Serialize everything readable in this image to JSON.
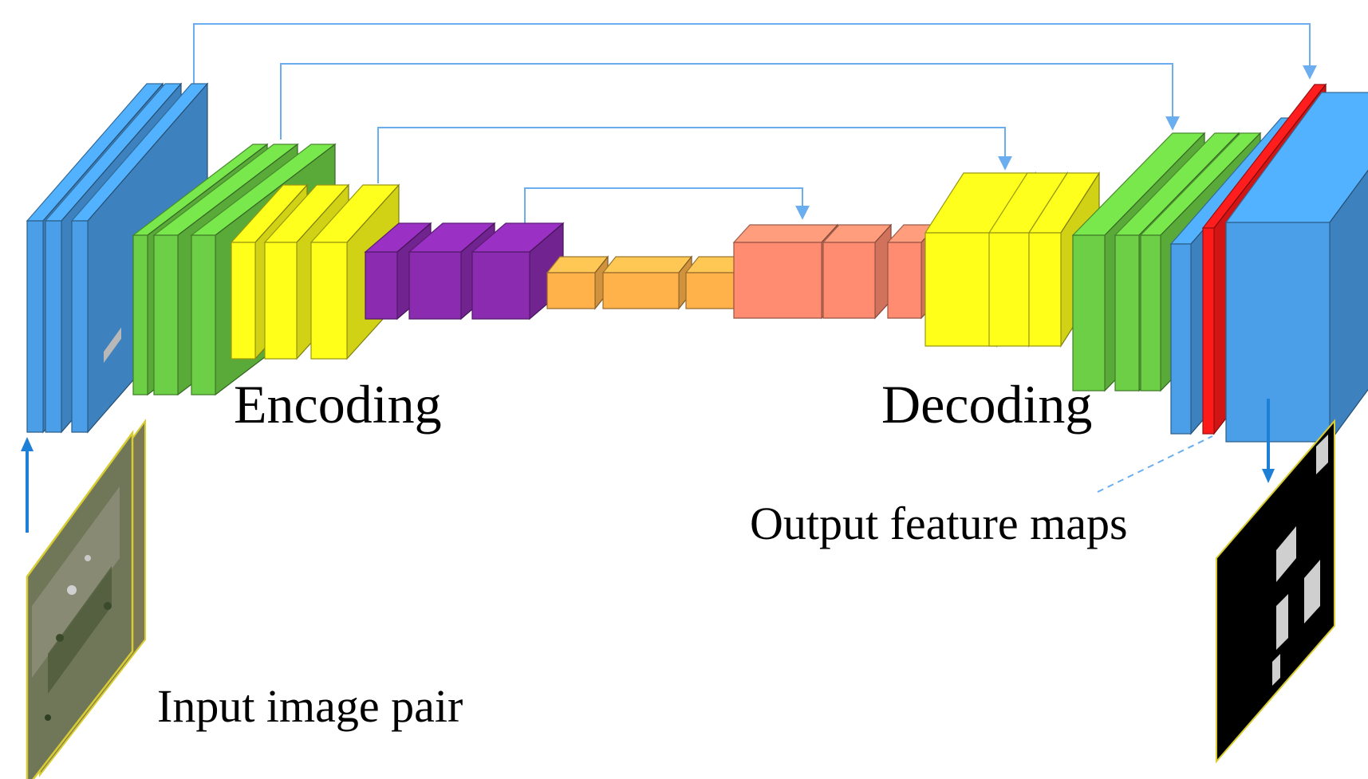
{
  "labels": {
    "encoding": "Encoding",
    "decoding": "Decoding",
    "output": "Output feature maps",
    "input": "Input image pair"
  },
  "colors": {
    "blue": "#4a9fe8",
    "green": "#6ccf45",
    "yellow": "#ffff1a",
    "purple": "#8a2bb0",
    "orange": "#ffb24a",
    "salmon": "#ff8c70",
    "red": "#ff1a1a",
    "skip_line": "#6aaef0",
    "arrow": "#1e7fd6",
    "text": "#000000"
  },
  "legend_icons": [
    "input-image-icon",
    "output-mask-icon",
    "up-arrow-icon",
    "down-arrow-icon"
  ]
}
